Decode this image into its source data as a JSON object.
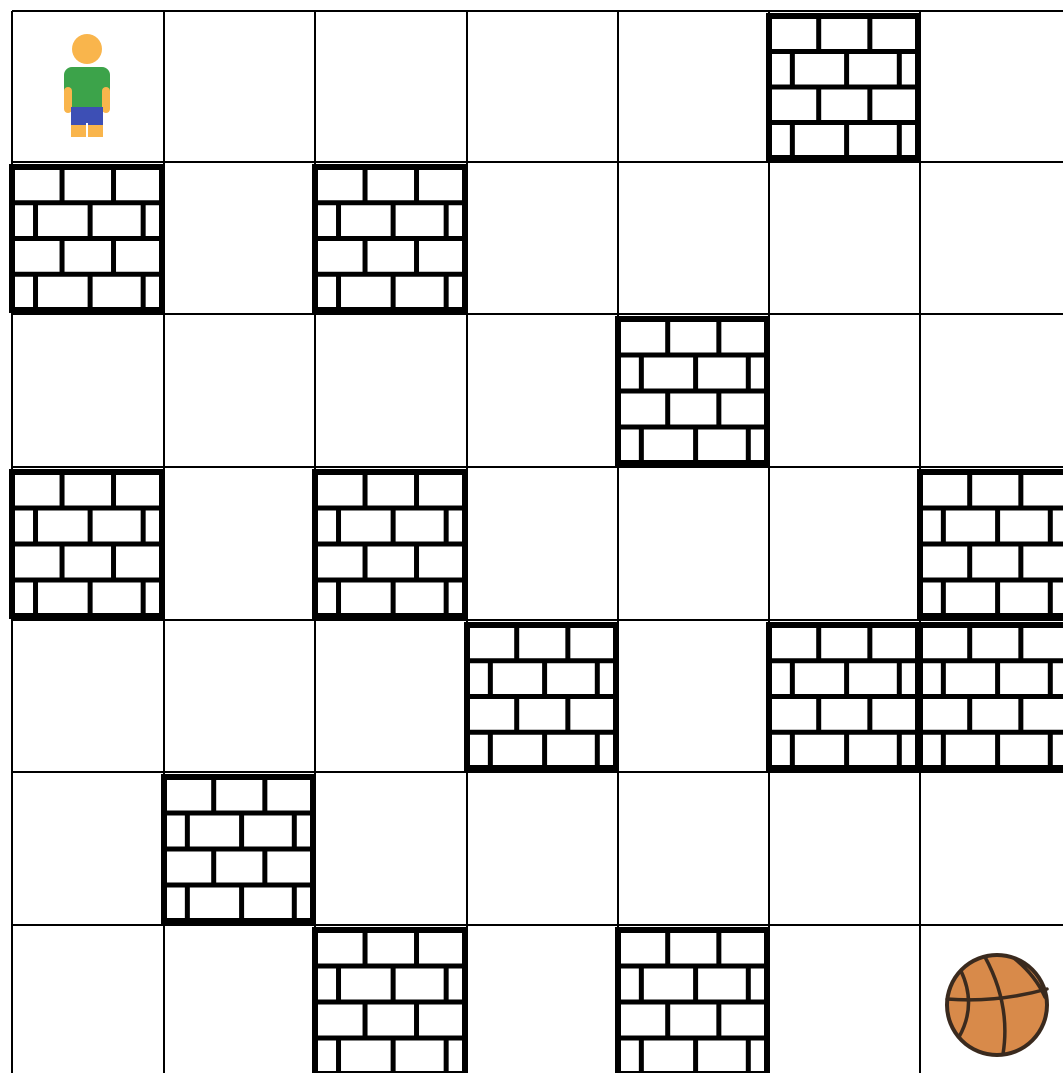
{
  "game": {
    "type": "grid-maze",
    "rows": 7,
    "cols": 7,
    "player": {
      "row": 0,
      "col": 0,
      "icon": "person-icon"
    },
    "goal": {
      "row": 6,
      "col": 6,
      "icon": "basketball-icon"
    },
    "walls": [
      [
        0,
        5
      ],
      [
        1,
        0
      ],
      [
        1,
        2
      ],
      [
        2,
        4
      ],
      [
        3,
        0
      ],
      [
        3,
        2
      ],
      [
        3,
        6
      ],
      [
        4,
        3
      ],
      [
        4,
        5
      ],
      [
        4,
        6
      ],
      [
        5,
        1
      ],
      [
        6,
        2
      ],
      [
        6,
        4
      ]
    ],
    "colors": {
      "grid_line": "#000000",
      "background": "#ffffff",
      "brick_stroke": "#000000",
      "person_skin": "#F9B54C",
      "person_shirt": "#3CA34A",
      "person_shorts": "#3D4FB5",
      "ball_fill": "#D88A4A",
      "ball_shadow": "#B86D35",
      "ball_lines": "#3A2A1E"
    }
  }
}
